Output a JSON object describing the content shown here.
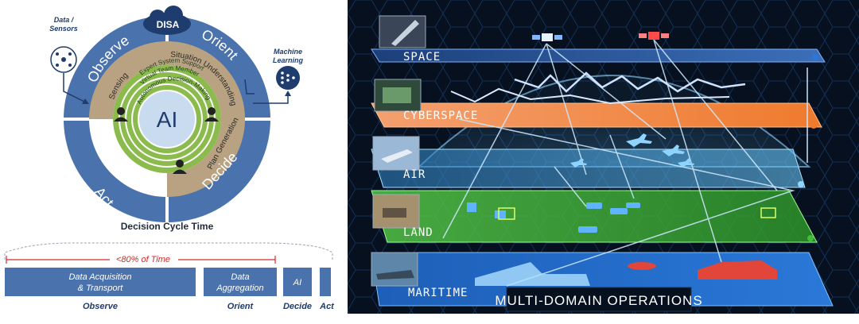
{
  "left_panel": {
    "disa_logo": "DISA",
    "ring_labels": {
      "observe": "Observe",
      "orient": "Orient",
      "decide": "Decide",
      "act": "Act"
    },
    "inner_labels": {
      "sensing": "Sensing",
      "situation": "Situation Understanding",
      "plan": "Plan Generation"
    },
    "core_labels": {
      "expert": "Expert System Support",
      "virtual": "Virtual Team Member",
      "autonomous": "Autonomous Decision-Making"
    },
    "center": "AI",
    "data_sensors_line1": "Data /",
    "data_sensors_line2": "Sensors",
    "ml_line1": "Machine",
    "ml_line2": "Learning",
    "cycle_title": "Decision Cycle Time",
    "percent_label": "<80% of Time",
    "bars": [
      {
        "line1": "Data Acquisition",
        "line2": "& Transport",
        "sub": "Observe"
      },
      {
        "line1": "Data",
        "line2": "Aggregation",
        "sub": "Orient"
      },
      {
        "line1": "AI",
        "line2": "",
        "sub": "Decide"
      },
      {
        "line1": "",
        "line2": "",
        "sub": "Act"
      }
    ],
    "colors": {
      "ring_blue": "#4a72ad",
      "tan": "#b9a282",
      "green": "#8cbb4d",
      "navy": "#1f3c6e",
      "red": "#d12b2b"
    }
  },
  "right_panel": {
    "domains": [
      "SPACE",
      "CYBERSPACE",
      "AIR",
      "LAND",
      "MARITIME"
    ],
    "banner": "MULTI-DOMAIN OPERATIONS",
    "colors": {
      "space": "#3c6fb8",
      "cyber": "#ef7a2d",
      "air": "#4aa8e0",
      "land": "#3fbf3a",
      "maritime": "#2a78d8"
    }
  }
}
